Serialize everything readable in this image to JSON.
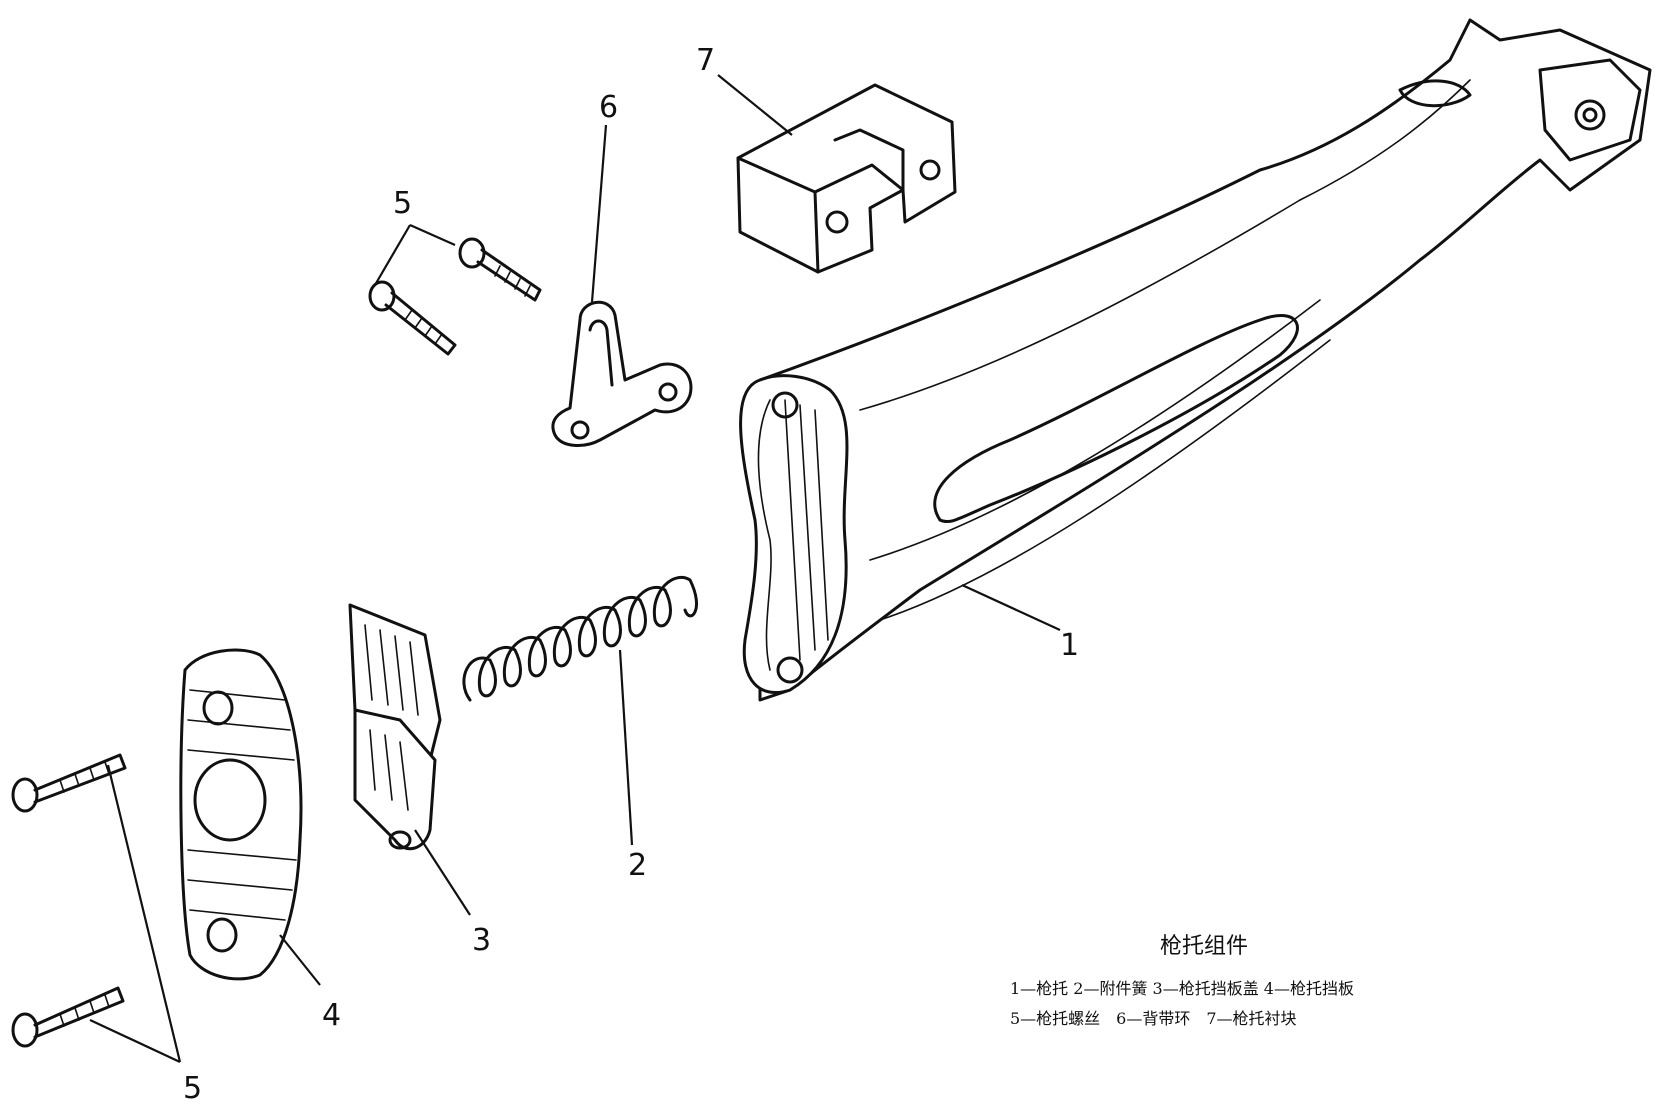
{
  "caption": {
    "title": "枪托组件",
    "line1": "1—枪托 2—附件簧 3—枪托挡板盖 4—枪托挡板",
    "line2": "5—枪托螺丝　6—背带环　7—枪托衬块"
  },
  "labels": {
    "part1": "1",
    "part2": "2",
    "part3": "3",
    "part4": "4",
    "part5_top": "5",
    "part5_bottom": "5",
    "part6": "6",
    "part7": "7"
  }
}
